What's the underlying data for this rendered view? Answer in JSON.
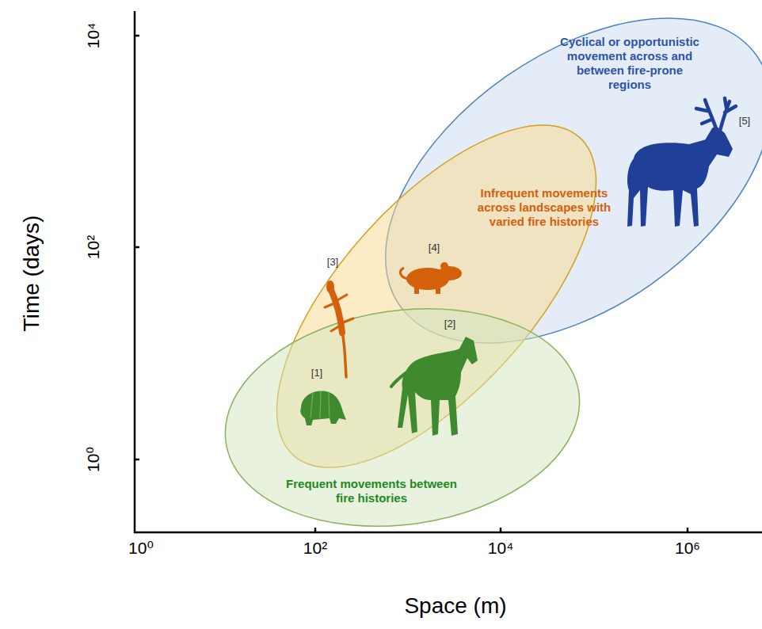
{
  "diagram": {
    "nodes": [
      {
        "text": [
          "Cyclical or opportunistic movement across and between fire-prone regions"
        ]
      },
      {
        "text": [
          "Infrequent movements across landscapes with varied fire histories"
        ]
      },
      {
        "text": [
          "Frequent movements between fire histories"
        ]
      }
    ],
    "labels": [
      "Time (days)",
      "10⁴",
      "10²",
      "10⁰",
      "10⁰",
      "10²",
      "10⁴",
      "10⁶",
      "Space (m)",
      "[1]",
      "[2]",
      "[3]",
      "[4]",
      "[5]"
    ]
  }
}
